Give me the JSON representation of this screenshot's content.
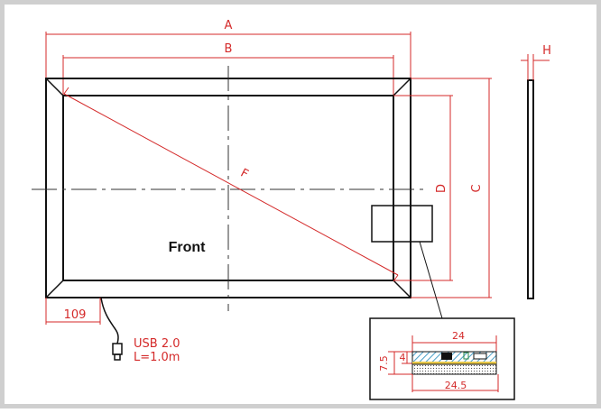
{
  "labels": {
    "dim_a": "A",
    "dim_b": "B",
    "dim_c": "C",
    "dim_d": "D",
    "dim_f": "F",
    "dim_h": "H",
    "dim_109": "109",
    "front": "Front",
    "usb_line1": "USB 2.0",
    "usb_line2": "L=1.0m",
    "detail_24": "24",
    "detail_4": "4",
    "detail_7_5": "7.5",
    "detail_24_5": "24.5"
  },
  "colors": {
    "dimension": "#d42a2a",
    "outline": "#111111",
    "frame_border": "#cfcfcf",
    "detail_board": "#e8c84a",
    "detail_hatch": "#4aa0c8"
  }
}
